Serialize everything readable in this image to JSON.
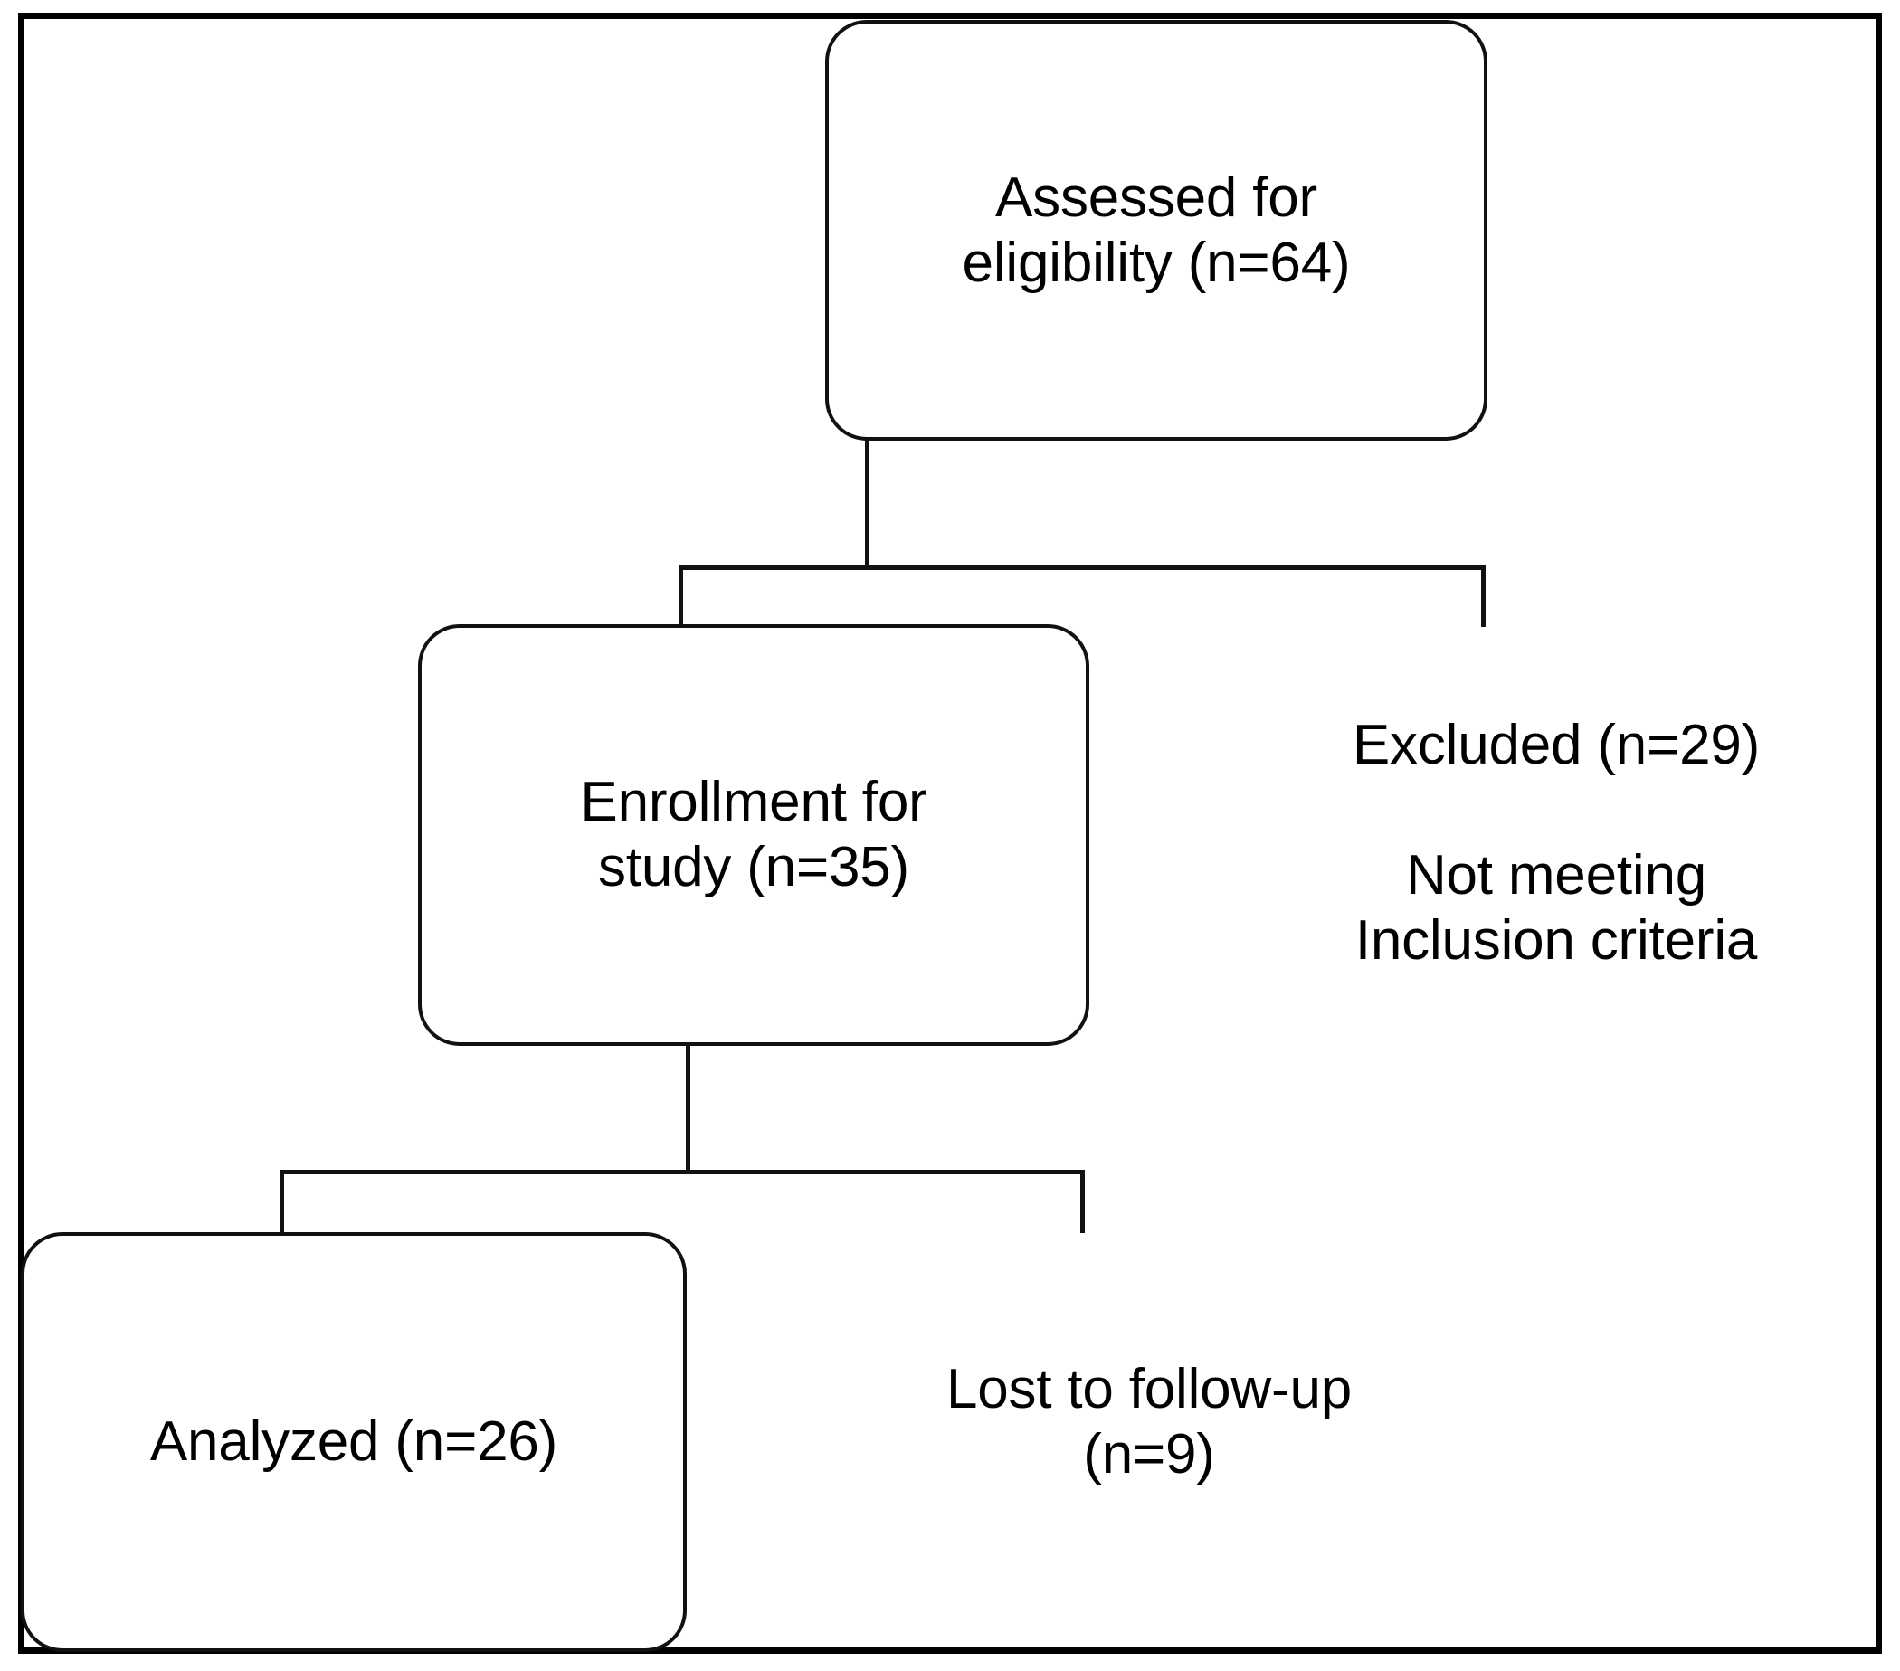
{
  "figure": {
    "type": "flowchart",
    "title": "CONSORT-style participant flow diagram",
    "frame_border_color": "#000000",
    "box_border_color": "#111111",
    "text_color": "#000000",
    "background_color": "#ffffff"
  },
  "nodes": {
    "assessed": {
      "label": "Assessed for\neligibility (n=64)",
      "line1": "Assessed for",
      "line2": "eligibility (n=64)",
      "n": 64,
      "shape": "rounded-rectangle"
    },
    "enrollment": {
      "label": "Enrollment for\nstudy (n=35)",
      "line1": "Enrollment for",
      "line2": "study (n=35)",
      "n": 35,
      "shape": "rounded-rectangle"
    },
    "analyzed": {
      "label": "Analyzed (n=26)",
      "n": 26,
      "shape": "rounded-rectangle"
    }
  },
  "annotations": {
    "excluded": {
      "label": "Excluded (n=29)\n\nNot meeting\nInclusion criteria",
      "line1": "Excluded (n=29)",
      "line2": "Not meeting",
      "line3": "Inclusion criteria",
      "n": 29,
      "shape": "plain-text"
    },
    "lost_to_followup": {
      "label": "Lost to follow-up\n(n=9)",
      "line1": "Lost to follow-up",
      "line2": "(n=9)",
      "n": 9,
      "shape": "plain-text"
    }
  },
  "connectors": [
    {
      "name": "assessed-to-split1",
      "from": "assessed",
      "to": "split-1",
      "style": "solid"
    },
    {
      "name": "split1-to-enrollment",
      "from": "split-1",
      "to": "enrollment",
      "style": "solid"
    },
    {
      "name": "split1-to-excluded",
      "from": "split-1",
      "to": "excluded",
      "style": "solid"
    },
    {
      "name": "enrollment-to-split2",
      "from": "enrollment",
      "to": "split-2",
      "style": "solid"
    },
    {
      "name": "split2-to-analyzed",
      "from": "split-2",
      "to": "analyzed",
      "style": "solid"
    },
    {
      "name": "split2-to-lost",
      "from": "split-2",
      "to": "lost_to_followup",
      "style": "solid"
    }
  ],
  "chart_data": {
    "type": "flow",
    "title": "Participant flow",
    "stages": [
      {
        "label": "Assessed for eligibility",
        "n": 64
      },
      {
        "label": "Excluded — Not meeting Inclusion criteria",
        "n": 29
      },
      {
        "label": "Enrollment for study",
        "n": 35
      },
      {
        "label": "Lost to follow-up",
        "n": 9
      },
      {
        "label": "Analyzed",
        "n": 26
      }
    ]
  }
}
